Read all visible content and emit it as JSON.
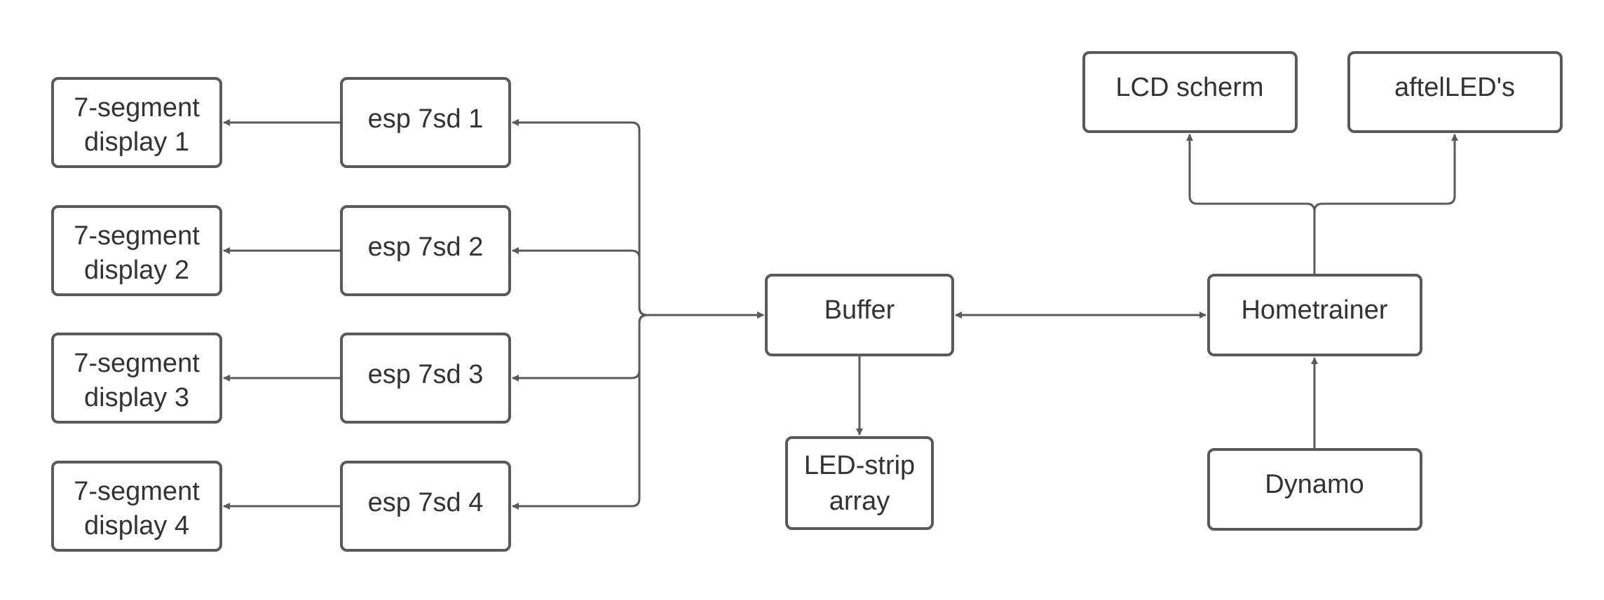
{
  "diagram": {
    "nodes": {
      "display1": {
        "lines": [
          "7-segment",
          "display 1"
        ]
      },
      "display2": {
        "lines": [
          "7-segment",
          "display 2"
        ]
      },
      "display3": {
        "lines": [
          "7-segment",
          "display 3"
        ]
      },
      "display4": {
        "lines": [
          "7-segment",
          "display 4"
        ]
      },
      "esp1": {
        "lines": [
          "esp 7sd 1"
        ]
      },
      "esp2": {
        "lines": [
          "esp 7sd 2"
        ]
      },
      "esp3": {
        "lines": [
          "esp 7sd 3"
        ]
      },
      "esp4": {
        "lines": [
          "esp 7sd 4"
        ]
      },
      "buffer": {
        "lines": [
          "Buffer"
        ]
      },
      "ledstrip": {
        "lines": [
          "LED-strip",
          "array"
        ]
      },
      "lcd": {
        "lines": [
          "LCD scherm"
        ]
      },
      "aftel": {
        "lines": [
          "aftelLED's"
        ]
      },
      "hometrainer": {
        "lines": [
          "Hometrainer"
        ]
      },
      "dynamo": {
        "lines": [
          "Dynamo"
        ]
      }
    },
    "edges": [
      {
        "from": "esp1",
        "to": "display1",
        "direction": "forward"
      },
      {
        "from": "esp2",
        "to": "display2",
        "direction": "forward"
      },
      {
        "from": "esp3",
        "to": "display3",
        "direction": "forward"
      },
      {
        "from": "esp4",
        "to": "display4",
        "direction": "forward"
      },
      {
        "from": "buffer",
        "to": "esp1",
        "direction": "both"
      },
      {
        "from": "buffer",
        "to": "esp2",
        "direction": "both"
      },
      {
        "from": "buffer",
        "to": "esp3",
        "direction": "both"
      },
      {
        "from": "buffer",
        "to": "esp4",
        "direction": "both"
      },
      {
        "from": "buffer",
        "to": "ledstrip",
        "direction": "forward"
      },
      {
        "from": "buffer",
        "to": "hometrainer",
        "direction": "both"
      },
      {
        "from": "hometrainer",
        "to": "lcd",
        "direction": "forward"
      },
      {
        "from": "hometrainer",
        "to": "aftel",
        "direction": "forward"
      },
      {
        "from": "dynamo",
        "to": "hometrainer",
        "direction": "forward"
      }
    ]
  }
}
